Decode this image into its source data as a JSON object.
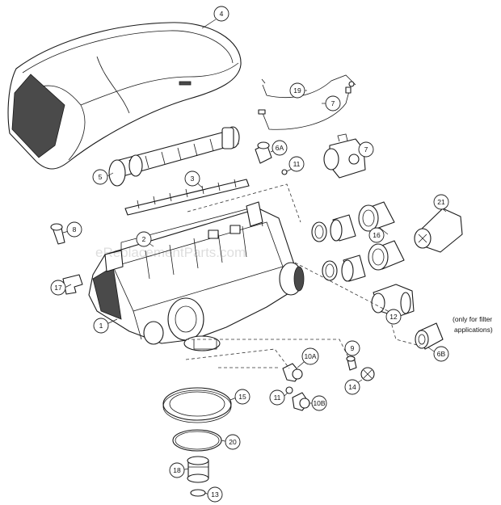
{
  "callouts": {
    "c1": "1",
    "c2": "2",
    "c3": "3",
    "c4": "4",
    "c5": "5",
    "c6a": "6A",
    "c6b": "6B",
    "c7a": "7",
    "c7b": "7",
    "c8": "8",
    "c9": "9",
    "c10a": "10A",
    "c10b": "10B",
    "c11a": "11",
    "c11b": "11",
    "c12": "12",
    "c13": "13",
    "c14": "14",
    "c15": "15",
    "c16": "16",
    "c17": "17",
    "c18": "18",
    "c19": "19",
    "c20": "20",
    "c21": "21"
  },
  "note": {
    "line1": "(only for filter",
    "line2": "applications)"
  },
  "watermark": "eReplacementParts.com"
}
